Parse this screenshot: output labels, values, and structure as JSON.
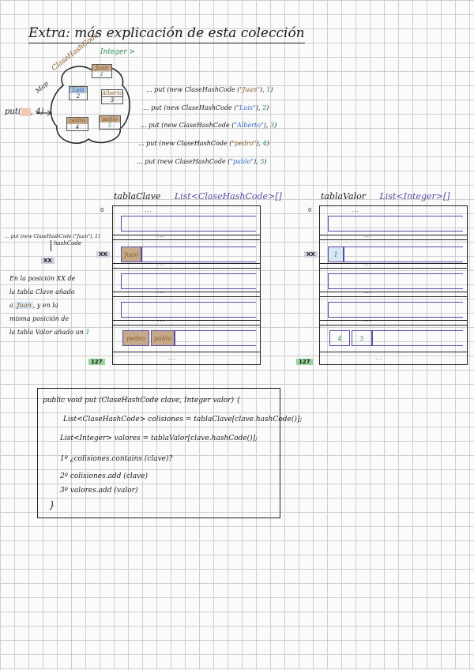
{
  "title": "Extra: más explicación de esta colección",
  "bubble": {
    "label_hash": "ClaseHashCode",
    "label_integer": "Integer",
    "label_map": "Map",
    "call": {
      "prefix": "put(",
      "suffix": ", 4)"
    },
    "entries": [
      {
        "key": "Juan",
        "value": "1"
      },
      {
        "key": "Luis",
        "value": "2"
      },
      {
        "key": "Alberto",
        "value": "3"
      },
      {
        "key": "pedro",
        "value": "4"
      },
      {
        "key": "pablo",
        "value": "5"
      }
    ]
  },
  "put_calls": [
    {
      "prefix": "... put (new ClaseHashCode (",
      "key": "\"Juan\"",
      "value": "1"
    },
    {
      "prefix": "... put (new ClaseHashCode (",
      "key": "\"Luis\"",
      "value": "2"
    },
    {
      "prefix": "... put (new ClaseHashCode (",
      "key": "\"Alberto\"",
      "value": "3"
    },
    {
      "prefix": "... put (new ClaseHashCode (",
      "key": "\"pedro\"",
      "value": "4"
    },
    {
      "prefix": "... put (new ClaseHashCode (",
      "key": "\"pablo\"",
      "value": "5"
    }
  ],
  "side_note": {
    "call": "... put (new ClaseHashCode (\"Juan\"), 1)",
    "hashcode": "hashCode",
    "index": "XX",
    "text_lines": [
      "En la posición XX de",
      "la tabla Clave añado",
      "a",
      "Juan",
      ", y en la",
      "misma posición de",
      "la tabla Valor añado un",
      "1"
    ]
  },
  "tabla_clave": {
    "name": "tablaClave",
    "type": "List<ClaseHashCode>[]",
    "first_index": "0",
    "xx_label": "XX",
    "last_index": "127",
    "xx_item": "Juan",
    "last_items": [
      "pedro",
      "pablo"
    ]
  },
  "tabla_valor": {
    "name": "tablaValor",
    "type": "List<Integer>[]",
    "first_index": "0",
    "xx_label": "XX",
    "last_index": "127",
    "xx_item": "1",
    "last_items": [
      "4",
      "5"
    ]
  },
  "dots": "...",
  "code": {
    "signature": "public void put (ClaseHashCode clave, Integer valor) {",
    "line1": "List<ClaseHashCode> colisiones = tablaClave[clave.hashCode()];",
    "line2": "List<Integer> valores = tablaValor[clave.hashCode()];",
    "step1": "1º ¿colisiones.contains (clave)?",
    "step2": "2º colisiones.add (clave)",
    "step3": "3º valores.add (valor)",
    "close": "}"
  }
}
